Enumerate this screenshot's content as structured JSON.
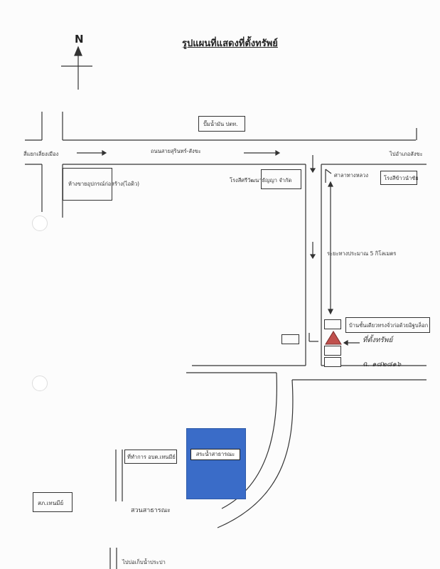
{
  "title": "รูปแผนที่แสดงที่ตั้งทรัพย์",
  "north_label": "N",
  "labels": {
    "gas_station": "ปั๊มน้ำมัน ปตท.",
    "main_road": "ถนนสายสุรินทร์-สังขะ",
    "to_intersection": "สี่แยกเลี่ยงเมือง",
    "to_sangkha": "ไปอำเภอสังขะ",
    "hardware_store": "ห้างขายอุปกรณ์ก่อสร้าง(ไอดิว)",
    "rice_mill_1": "โรงสีศรีวัฒนาธัญญา จำกัด",
    "shrine": "ศาลาทางหลวง",
    "rice_mill_2": "โรงสีข้าวนำชัย",
    "distance": "ระยะทางประมาณ 5 กิโลเมตร",
    "house": "บ้านชั้นเดียวทรงจั่วก่อด้วยอิฐบล็อก",
    "property_handwritten": "ที่ตั้งทรัพย์",
    "deed_handwritten": "ฉ. ๑๘๒๘๑๖",
    "public_pond": "สระน้ำสาธารณะ",
    "tambon_office": "ที่ทำการ อบต.เทนมีย์",
    "police_station": "สภ.เทนมีย์",
    "public_park": "สวนสาธารณะ",
    "to_water_supply": "ไปบ่อเก็บน้ำประปา"
  },
  "colors": {
    "property_marker": "#c0504d",
    "pond": "#3a6cc8",
    "ink": "#333333"
  }
}
